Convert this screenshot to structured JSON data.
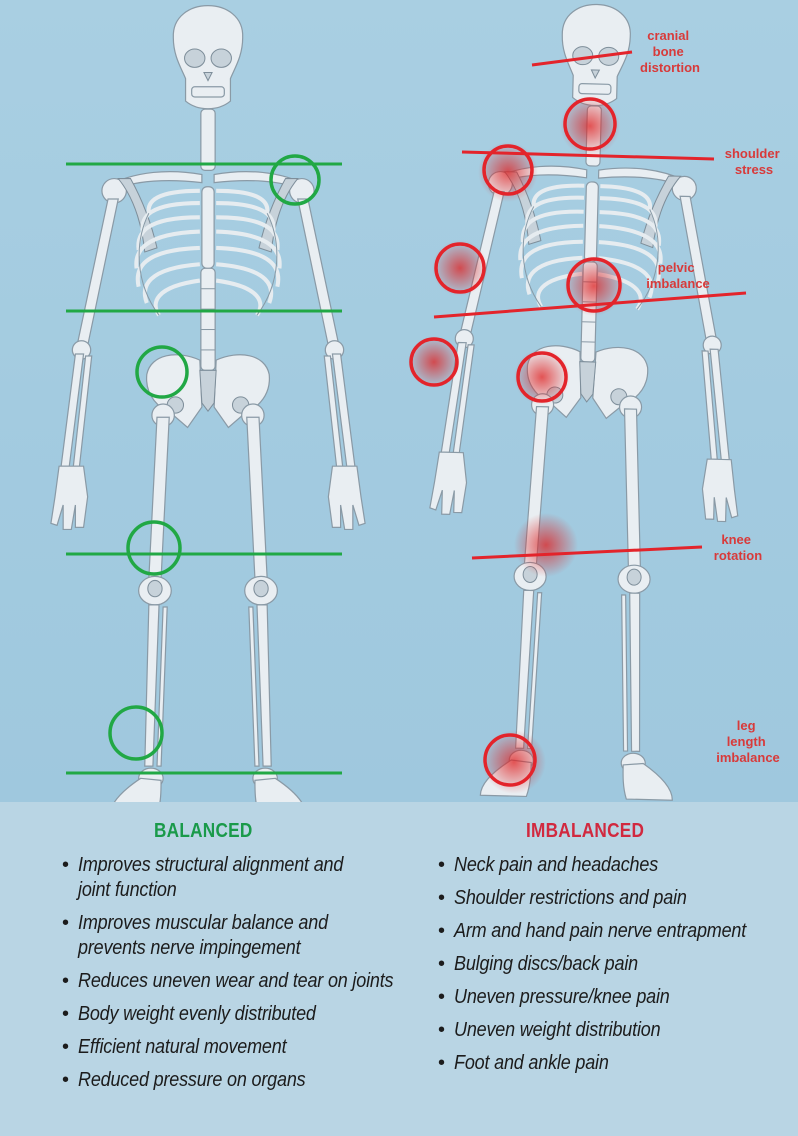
{
  "diagram": {
    "imbalanced_labels": {
      "cranial": [
        "cranial",
        "bone",
        "distortion"
      ],
      "shoulder": [
        "shoulder",
        "stress"
      ],
      "pelvic": [
        "pelvic",
        "imbalance"
      ],
      "knee": [
        "knee",
        "rotation"
      ],
      "leg": [
        "leg",
        "length",
        "imbalance"
      ]
    },
    "colors": {
      "balanced": "#21a845",
      "imbalanced": "#e3242b",
      "background": "#a3cbe0"
    }
  },
  "balanced": {
    "title": "BALANCED",
    "items": [
      [
        "Improves structural alignment and",
        "joint function"
      ],
      [
        "Improves muscular balance and",
        "prevents nerve impingement"
      ],
      [
        "Reduces uneven wear and tear on joints"
      ],
      [
        "Body weight evenly distributed"
      ],
      [
        "Efficient natural movement"
      ],
      [
        "Reduced pressure on organs"
      ]
    ]
  },
  "imbalanced": {
    "title": "IMBALANCED",
    "items": [
      "Neck pain and headaches",
      "Shoulder restrictions and pain",
      "Arm and hand pain nerve entrapment",
      "Bulging discs/back pain",
      "Uneven pressure/knee pain",
      "Uneven weight distribution",
      "Foot and ankle pain"
    ]
  }
}
